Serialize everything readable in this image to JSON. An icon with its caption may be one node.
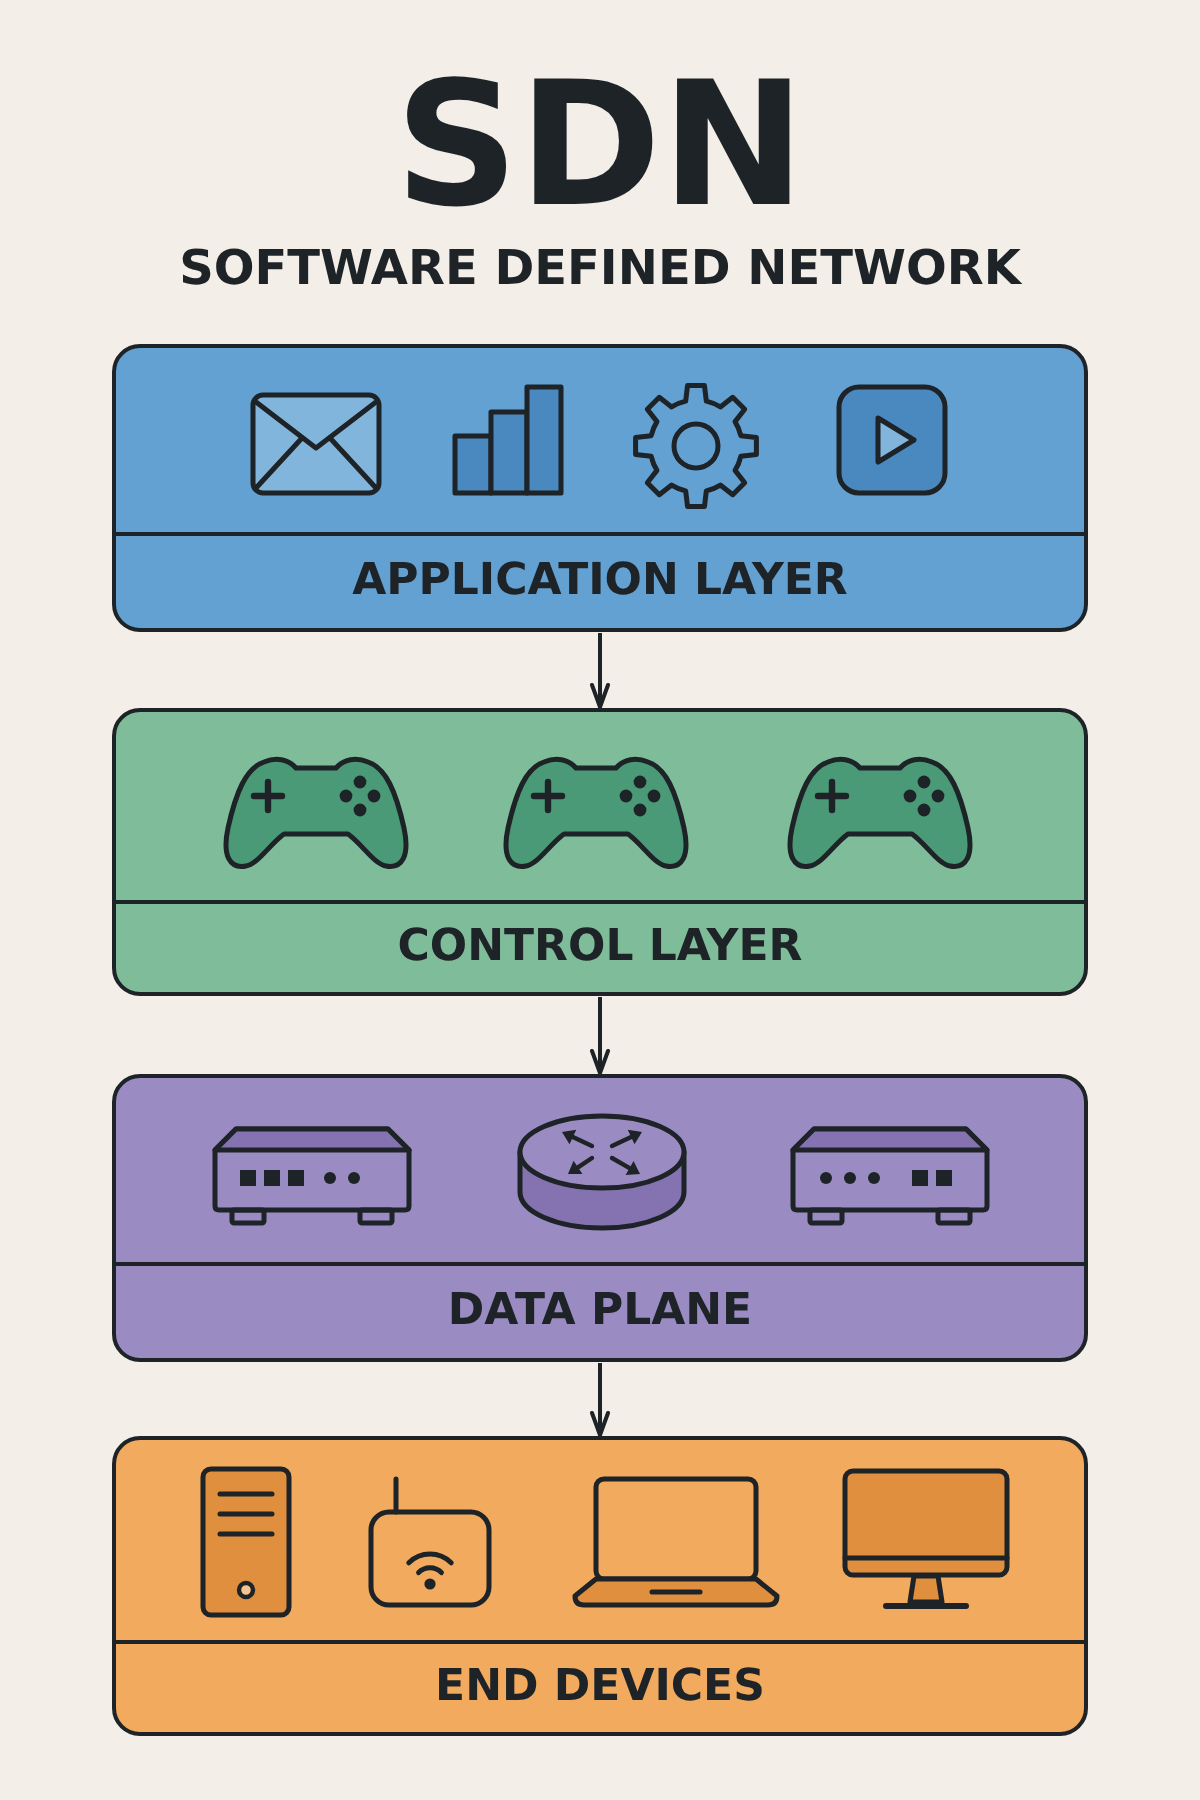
{
  "diagram": {
    "title": "SDN",
    "nodes": [
      {
        "text": [
          "APPLICATION LAYER"
        ]
      },
      {
        "text": [
          "CONTROL LAYER"
        ]
      },
      {
        "text": [
          "DATA PLANE"
        ]
      },
      {
        "text": [
          "END DEVICES"
        ]
      }
    ],
    "edges": [
      {
        "from": 0,
        "to": 1,
        "arrow": "to"
      },
      {
        "from": 1,
        "to": 2,
        "arrow": "to"
      },
      {
        "from": 2,
        "to": 3,
        "arrow": "to"
      }
    ],
    "labels": [
      "SOFTWARE DEFINED NETWORK"
    ]
  }
}
